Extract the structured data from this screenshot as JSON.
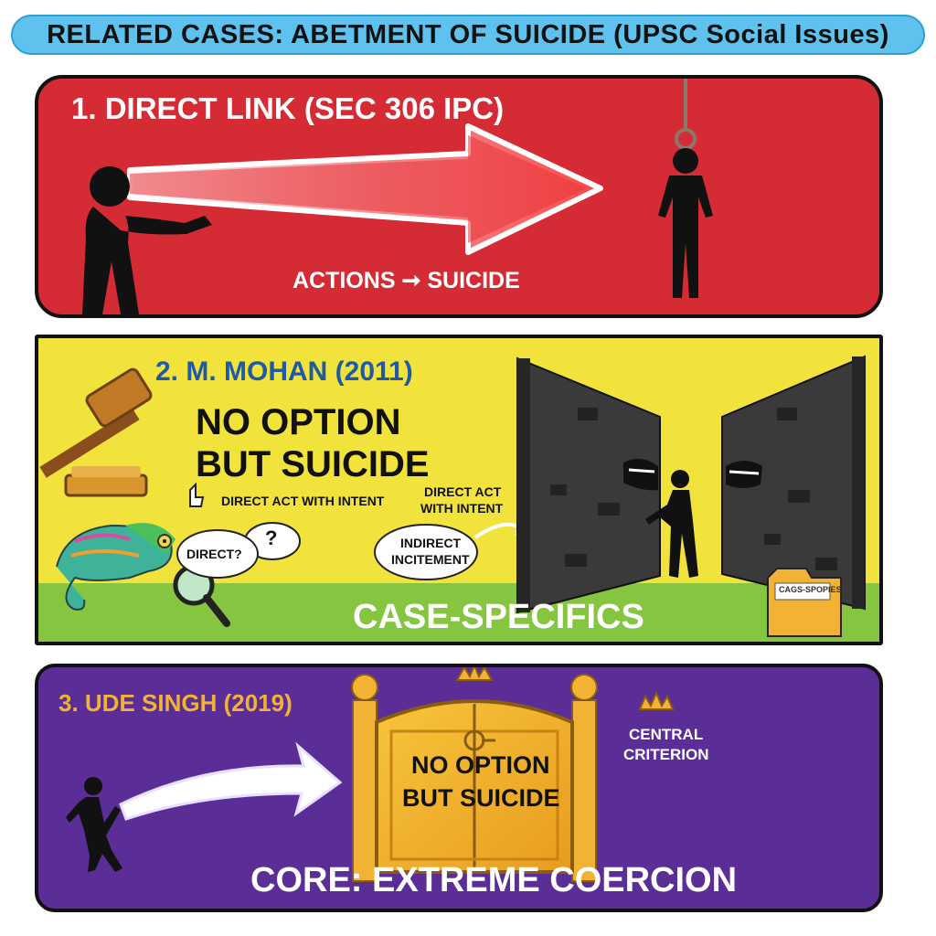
{
  "title": "RELATED CASES: ABETMENT OF SUICIDE (UPSC Social Issues)",
  "panel1": {
    "heading": "1. DIRECT LINK (SEC 306 IPC)",
    "caption_left": "ACTIONS",
    "caption_arrow": "➞",
    "caption_right": "SUICIDE"
  },
  "panel2": {
    "heading": "2. M. MOHAN (2011)",
    "big_line1": "NO OPTION",
    "big_line2": "BUT SUICIDE",
    "pointer_label": "DIRECT ACT WITH INTENT",
    "direct_act_line1": "DIRECT ACT",
    "direct_act_line2": "WITH INTENT",
    "bubble_question": "?",
    "bubble_direct": "DIRECT?",
    "bubble_indirect_line1": "INDIRECT",
    "bubble_indirect_line2": "INCITEMENT",
    "footer": "CASE-SPECIFICS",
    "folder_label": "CAGS-SPOPIES"
  },
  "panel3": {
    "heading": "3. UDE SINGH (2019)",
    "gate_line1": "NO OPTION",
    "gate_line2": "BUT SUICIDE",
    "crown_label_line1": "CENTRAL",
    "crown_label_line2": "CRITERION",
    "footer": "CORE: EXTREME COERCION"
  },
  "colors": {
    "banner": "#5fc2ee",
    "panel1": "#d42b34",
    "panel2": "#f2e23c",
    "panel3": "#5a2e96",
    "heading2": "#1f5aa6",
    "heading3": "#f2b233"
  }
}
